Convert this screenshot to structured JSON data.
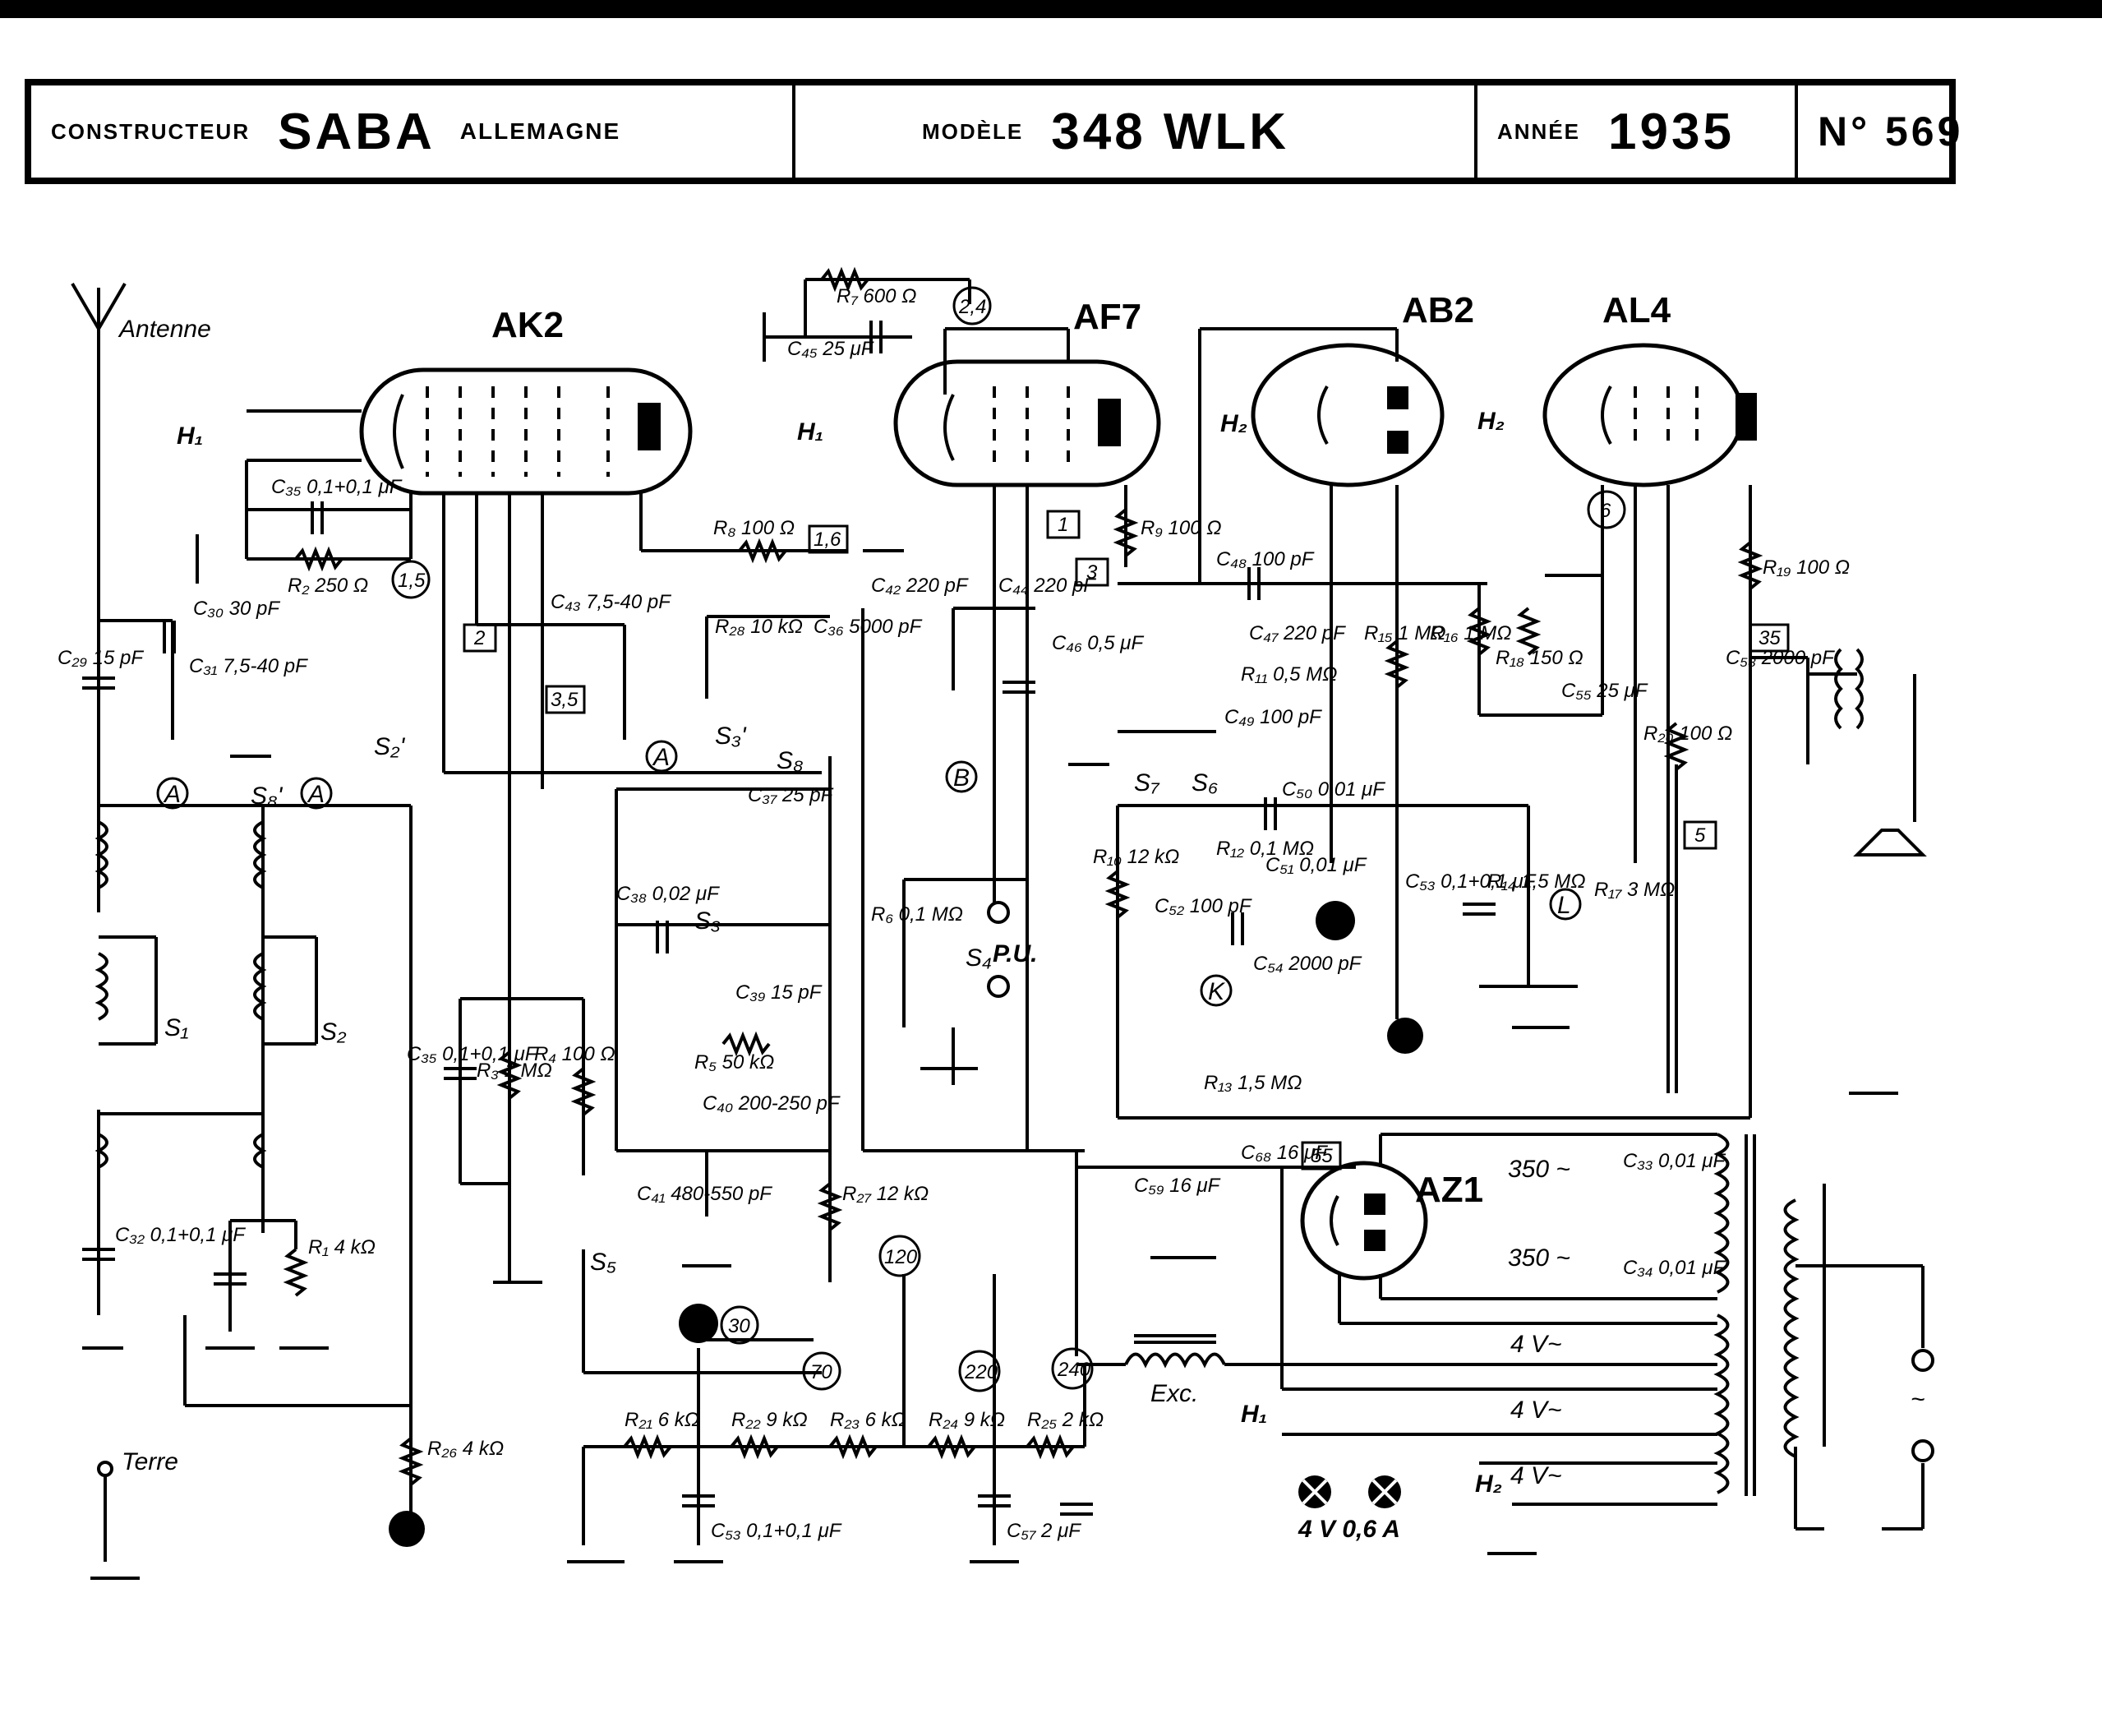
{
  "header": {
    "constructeur_label": "CONSTRUCTEUR",
    "brand": "SABA",
    "country": "ALLEMAGNE",
    "modele_label": "MODÈLE",
    "model": "348 WLK",
    "annee_label": "ANNÉE",
    "year": "1935",
    "number": "N° 569"
  },
  "tubes": {
    "ak2": "AK2",
    "af7": "AF7",
    "ab2": "AB2",
    "al4": "AL4",
    "az1": "AZ1"
  },
  "labels": {
    "antenne": "Antenne",
    "terre": "Terre",
    "h1": "H₁",
    "h2": "H₂",
    "exc": "Exc.",
    "pu": "P.U.",
    "lamp": "4 V 0,6 A",
    "v4": "4 V~",
    "v350": "350 ~",
    "mains": "~"
  },
  "components": [
    {
      "id": "r7",
      "text": "R₇ 600 Ω"
    },
    {
      "id": "c45",
      "text": "C₄₅ 25 μF"
    },
    {
      "id": "c35",
      "text": "C₃₅ 0,1+0,1 μF"
    },
    {
      "id": "r2",
      "text": "R₂ 250 Ω"
    },
    {
      "id": "r8",
      "text": "R₈ 100 Ω"
    },
    {
      "id": "c42",
      "text": "C₄₂ 220 pF"
    },
    {
      "id": "c44",
      "text": "C₄₄ 220 pF"
    },
    {
      "id": "r9",
      "text": "R₉ 100 Ω"
    },
    {
      "id": "c46",
      "text": "C₄₆ 0,5 μF"
    },
    {
      "id": "c48",
      "text": "C₄₈ 100 pF"
    },
    {
      "id": "c47",
      "text": "C₄₇ 220 pF"
    },
    {
      "id": "r11",
      "text": "R₁₁ 0,5 MΩ"
    },
    {
      "id": "r15",
      "text": "R₁₅ 1 MΩ"
    },
    {
      "id": "r16",
      "text": "R₁₆ 1 MΩ"
    },
    {
      "id": "r18",
      "text": "R₁₈ 150 Ω"
    },
    {
      "id": "c55",
      "text": "C₅₅ 25 μF"
    },
    {
      "id": "r19",
      "text": "R₁₉ 100 Ω"
    },
    {
      "id": "c30",
      "text": "C₃₀ 30 pF"
    },
    {
      "id": "c29",
      "text": "C₂₉ 15 pF"
    },
    {
      "id": "c31",
      "text": "C₃₁ 7,5-40 pF"
    },
    {
      "id": "c43",
      "text": "C₄₃ 7,5-40 pF"
    },
    {
      "id": "r28",
      "text": "R₂₈ 10 kΩ"
    },
    {
      "id": "c36",
      "text": "C₃₆ 5000 pF"
    },
    {
      "id": "c49",
      "text": "C₄₉ 100 pF"
    },
    {
      "id": "c50",
      "text": "C₅₀ 0,01 μF"
    },
    {
      "id": "c58",
      "text": "C₅₈ 2000 pF"
    },
    {
      "id": "c37",
      "text": "C₃₇ 25 pF"
    },
    {
      "id": "r10",
      "text": "R₁₀ 12 kΩ"
    },
    {
      "id": "r12",
      "text": "R₁₂ 0,1 MΩ"
    },
    {
      "id": "c51",
      "text": "C₅₁ 0,01 μF"
    },
    {
      "id": "c52",
      "text": "C₅₂ 100 pF"
    },
    {
      "id": "c54",
      "text": "C₅₄ 2000 pF"
    },
    {
      "id": "c53a",
      "text": "C₅₃ 0,1+0,1 μF"
    },
    {
      "id": "r14",
      "text": "R₁₄ 1,5 MΩ"
    },
    {
      "id": "r17",
      "text": "R₁₇ 3 MΩ"
    },
    {
      "id": "r20",
      "text": "R₂₀ 100 Ω"
    },
    {
      "id": "c38",
      "text": "C₃₈ 0,02 μF"
    },
    {
      "id": "c39",
      "text": "C₃₉ 15 pF"
    },
    {
      "id": "r6",
      "text": "R₆ 0,1 MΩ"
    },
    {
      "id": "r5",
      "text": "R₅ 50 kΩ"
    },
    {
      "id": "c40",
      "text": "C₄₀ 200-250 pF"
    },
    {
      "id": "r13",
      "text": "R₁₃ 1,5 MΩ"
    },
    {
      "id": "c35b",
      "text": "C₃₅ 0,1+0,1 μF"
    },
    {
      "id": "r3",
      "text": "R₃ 1 MΩ"
    },
    {
      "id": "r4",
      "text": "R₄ 100 Ω"
    },
    {
      "id": "c41",
      "text": "C₄₁ 480-550 pF"
    },
    {
      "id": "r27",
      "text": "R₂₇ 12 kΩ"
    },
    {
      "id": "c59",
      "text": "C₅₉ 16 μF"
    },
    {
      "id": "c68",
      "text": "C₆₈ 16 μF"
    },
    {
      "id": "c33",
      "text": "C₃₃ 0,01 μF"
    },
    {
      "id": "c34",
      "text": "C₃₄ 0,01 μF"
    },
    {
      "id": "c32",
      "text": "C₃₂ 0,1+0,1 μF"
    },
    {
      "id": "r1",
      "text": "R₁ 4 kΩ"
    },
    {
      "id": "r26",
      "text": "R₂₆ 4 kΩ"
    },
    {
      "id": "r21",
      "text": "R₂₁ 6 kΩ"
    },
    {
      "id": "r22",
      "text": "R₂₂ 9 kΩ"
    },
    {
      "id": "r23",
      "text": "R₂₃ 6 kΩ"
    },
    {
      "id": "r24",
      "text": "R₂₄ 9 kΩ"
    },
    {
      "id": "r25",
      "text": "R₂₅ 2 kΩ"
    },
    {
      "id": "c53b",
      "text": "C₅₃ 0,1+0,1 μF"
    },
    {
      "id": "c57",
      "text": "C₅₇ 2 μF"
    }
  ],
  "switches": [
    "S₁",
    "S₂",
    "S₂'",
    "S₃",
    "S₃'",
    "S₄",
    "S₅",
    "S₆",
    "S₇",
    "S₈",
    "S₈'"
  ],
  "markers": [
    "A",
    "A",
    "A",
    "B",
    "K",
    "L"
  ],
  "voltage_circles": [
    "2,4",
    "1,5",
    "6",
    "120",
    "30",
    "70",
    "220",
    "240"
  ],
  "box_labels": [
    "1,6",
    "1",
    "2",
    "3",
    "3,5",
    "5",
    "35",
    "55"
  ]
}
